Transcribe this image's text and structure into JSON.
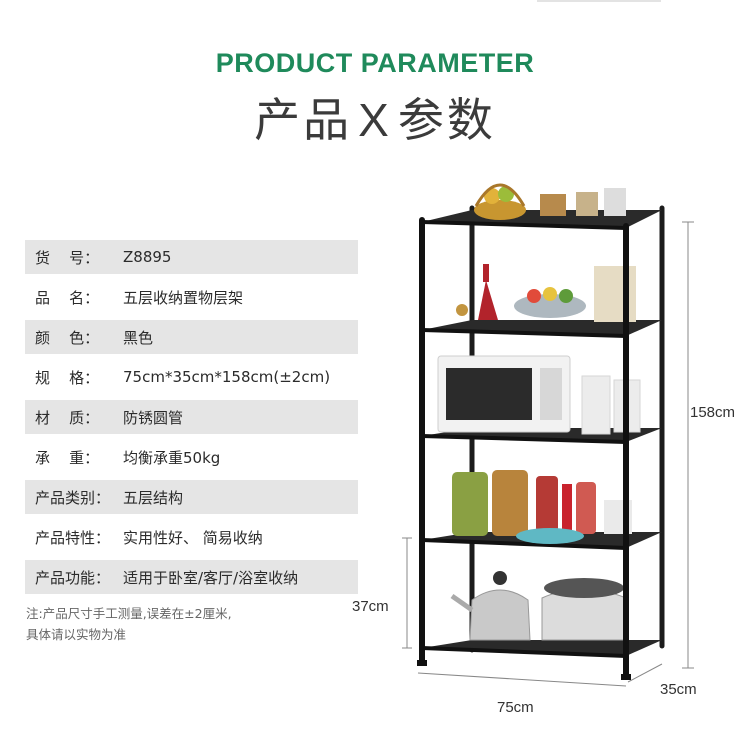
{
  "header": {
    "title_en": "PRODUCT PARAMETER",
    "title_cn_left": "产品",
    "title_cn_sep": "X",
    "title_cn_right": "参数",
    "accent_color": "#1f8a5b"
  },
  "params": [
    {
      "label": "货    号：",
      "value": "Z8895",
      "shaded": true
    },
    {
      "label": "品    名：",
      "value": "五层收纳置物层架",
      "shaded": false
    },
    {
      "label": "颜    色：",
      "value": "黑色",
      "shaded": true
    },
    {
      "label": "规    格：",
      "value": "75cm*35cm*158cm(±2cm)",
      "shaded": false
    },
    {
      "label": "材    质：",
      "value": "防锈圆管",
      "shaded": true
    },
    {
      "label": "承    重：",
      "value": "均衡承重50kg",
      "shaded": false
    },
    {
      "label": "产品类别：",
      "value": "五层结构",
      "shaded": true
    },
    {
      "label": "产品特性：",
      "value": "实用性好、 简易收纳",
      "shaded": false
    },
    {
      "label": "产品功能：",
      "value": "适用于卧室/客厅/浴室收纳",
      "shaded": true
    }
  ],
  "note": {
    "line1": "注:产品尺寸手工测量,误差在±2厘米,",
    "line2": "具体请以实物为准"
  },
  "dimensions": {
    "height": "158cm",
    "shelf_gap": "37cm",
    "width": "75cm",
    "depth": "35cm"
  },
  "colors": {
    "shelf": "#1c1c1c",
    "shaded_row": "#e5e5e5"
  }
}
